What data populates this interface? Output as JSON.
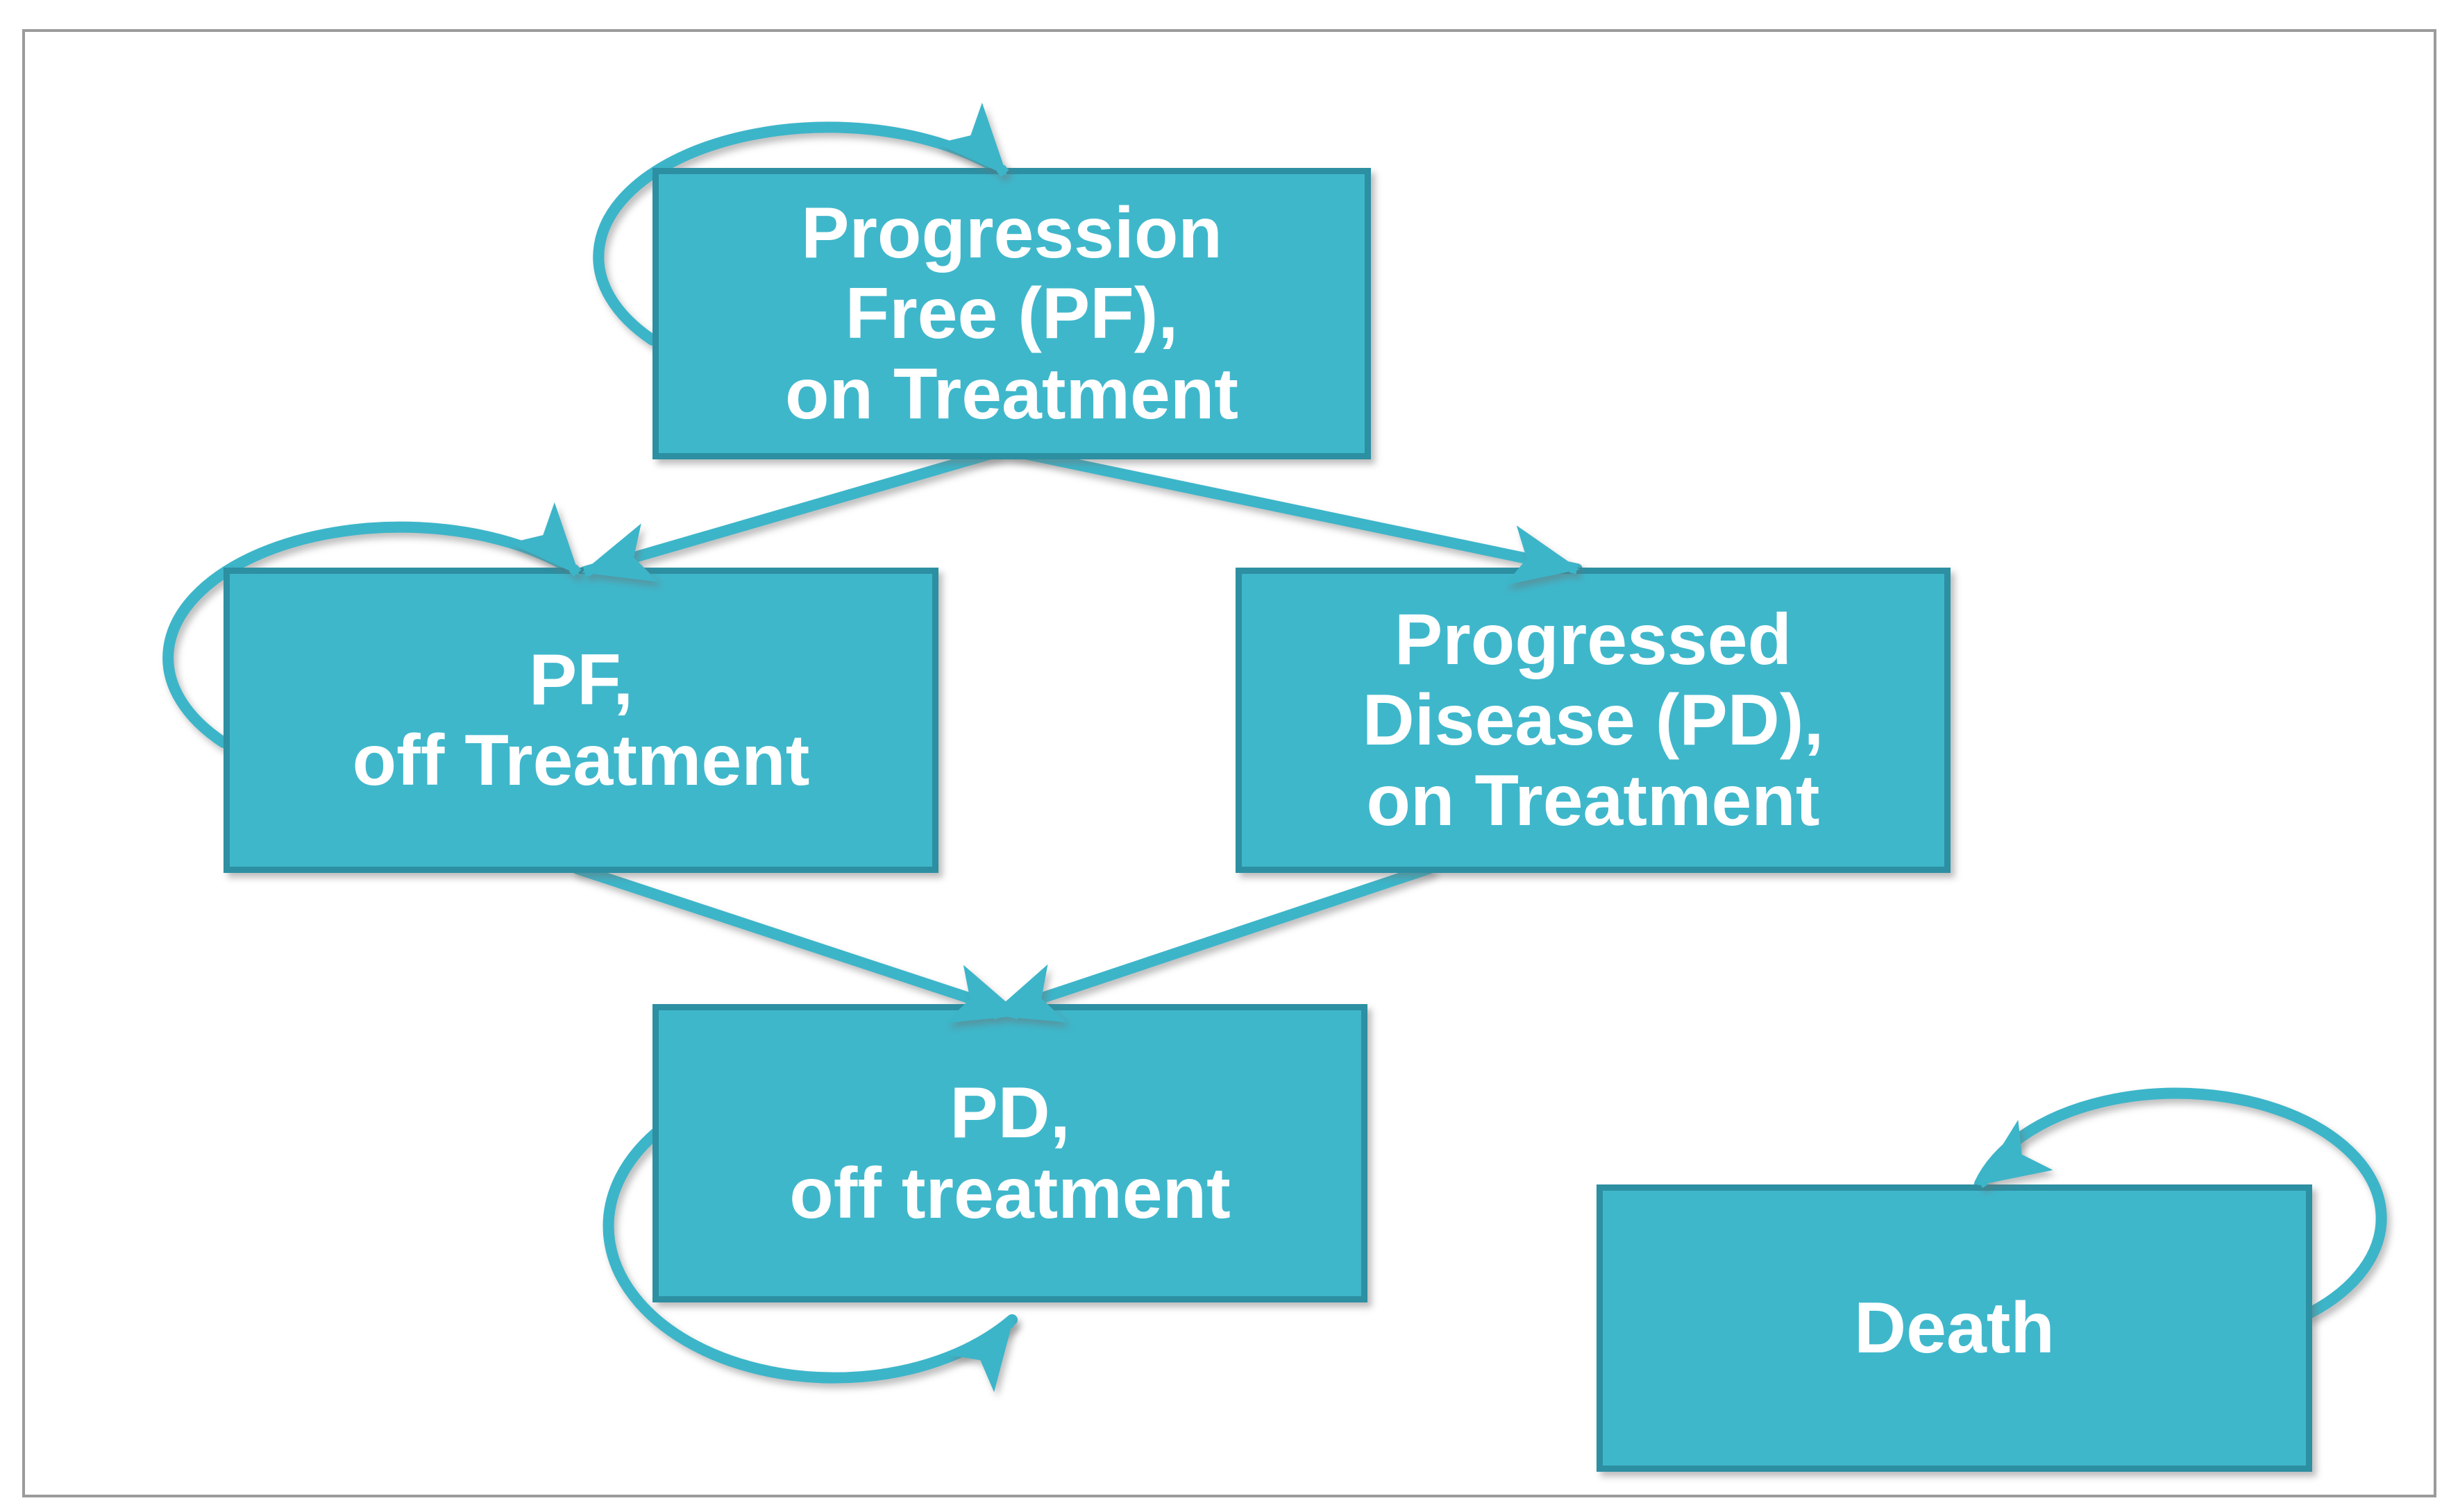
{
  "colors": {
    "node_fill": "#3FB7CB",
    "node_border": "#2D8FA2",
    "arrow": "#3CB5C9",
    "text": "#FFFFFF",
    "background": "#FFFFFF",
    "frame_border": "#9B9B9B"
  },
  "diagram": {
    "type": "markov-state-transition-diagram",
    "nodes": [
      {
        "id": "pf-on-treatment",
        "label": "Progression Free (PF), on Treatment",
        "lines": [
          "Progression",
          "Free (PF),",
          "on Treatment"
        ],
        "self_loop": true
      },
      {
        "id": "pf-off-treatment",
        "label": "PF, off Treatment",
        "lines": [
          "PF,",
          "off Treatment"
        ],
        "self_loop": true
      },
      {
        "id": "pd-on-treatment",
        "label": "Progressed Disease (PD), on Treatment",
        "lines": [
          "Progressed",
          "Disease (PD),",
          "on Treatment"
        ],
        "self_loop": false
      },
      {
        "id": "pd-off-treatment",
        "label": "PD, off treatment",
        "lines": [
          "PD,",
          "off treatment"
        ],
        "self_loop": true
      },
      {
        "id": "death",
        "label": "Death",
        "lines": [
          "Death"
        ],
        "self_loop": true
      }
    ],
    "edges": [
      {
        "from": "pf-on-treatment",
        "to": "pf-on-treatment",
        "type": "self-loop"
      },
      {
        "from": "pf-on-treatment",
        "to": "pf-off-treatment",
        "type": "transition"
      },
      {
        "from": "pf-on-treatment",
        "to": "pd-on-treatment",
        "type": "transition"
      },
      {
        "from": "pf-off-treatment",
        "to": "pf-off-treatment",
        "type": "self-loop"
      },
      {
        "from": "pf-off-treatment",
        "to": "pd-off-treatment",
        "type": "transition"
      },
      {
        "from": "pd-on-treatment",
        "to": "pd-off-treatment",
        "type": "transition"
      },
      {
        "from": "pd-off-treatment",
        "to": "pd-off-treatment",
        "type": "self-loop"
      },
      {
        "from": "death",
        "to": "death",
        "type": "self-loop"
      }
    ]
  }
}
